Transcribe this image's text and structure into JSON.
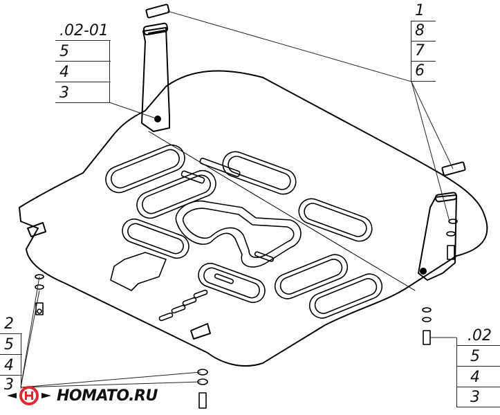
{
  "labels": {
    "top_left": [
      ".02-01",
      "5",
      "4",
      "3"
    ],
    "top_right": [
      "1",
      "8",
      "7",
      "6"
    ],
    "bottom_left": [
      "2",
      "5",
      "4",
      "3"
    ],
    "bottom_right": [
      ".02",
      "5",
      "4",
      "3"
    ]
  },
  "logo": {
    "text": "HOMATO.RU",
    "colors": {
      "ring": "#e3262e",
      "ink": "#111111"
    }
  }
}
